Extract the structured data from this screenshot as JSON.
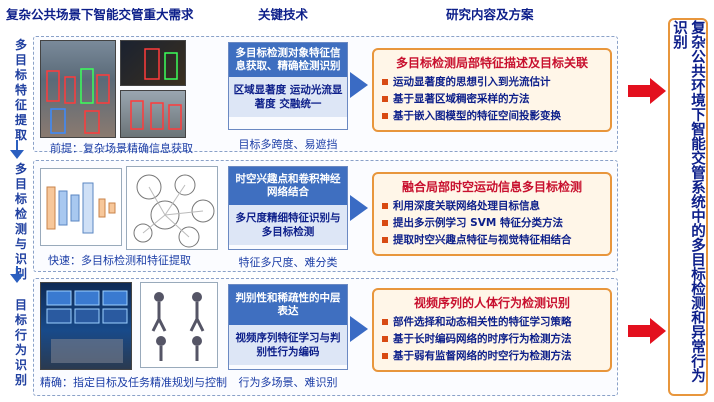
{
  "headers": {
    "need": "复杂公共场景下智能交管重大需求",
    "tech": "关键技术",
    "content": "研究内容及方案"
  },
  "rows": [
    {
      "vlabel": "多目标特征提取",
      "caption": "前提：复杂场景精确信息获取",
      "tech_top": "多目标检测对象特征信息获取、精确检测识别",
      "tech_bottom": "区域显著度 运动光流显著度 交融统一",
      "tech_foot": "目标多跨度、易遮挡",
      "content_title": "多目标检测局部特征描述及目标关联",
      "items": [
        "运动显著度的思想引入到光流估计",
        "基于显著区域稠密采样的方法",
        "基于嵌入图模型的特征空间投影变换"
      ]
    },
    {
      "vlabel": "多目标检测与识别",
      "caption": "快速：多目标检测和特征提取",
      "tech_top": "时空兴趣点和卷积神经网络结合",
      "tech_bottom": "多尺度精细特征识别与多目标检测",
      "tech_foot": "特征多尺度、难分类",
      "content_title": "融合局部时空运动信息多目标检测",
      "items": [
        "利用深度关联网络处理目标信息",
        "提出多示例学习 SVM 特征分类方法",
        "提取时空兴趣点特征与视觉特征相结合"
      ]
    },
    {
      "vlabel": "目标行为识别",
      "caption": "精确：指定目标及任务精准规划与控制",
      "tech_top": "判别性和稀疏性的中层表达",
      "tech_bottom": "视频序列特征学习与判别性行为编码",
      "tech_foot": "行为多场景、难识别",
      "content_title": "视频序列的人体行为检测识别",
      "items": [
        "部件选择和动态相关性的特征学习策略",
        "基于长时编码网络的时序行为检测方法",
        "基于弱有监督网络的时空行为检测方法"
      ]
    }
  ],
  "right_text": "复杂公共环境下智能交管系统中的多目标检测和异常行为识别",
  "colors": {
    "accent_blue": "#3f6fc0",
    "title_red": "#c8102e",
    "box_orange": "#e8963c",
    "arrow_red": "#e3101e"
  }
}
